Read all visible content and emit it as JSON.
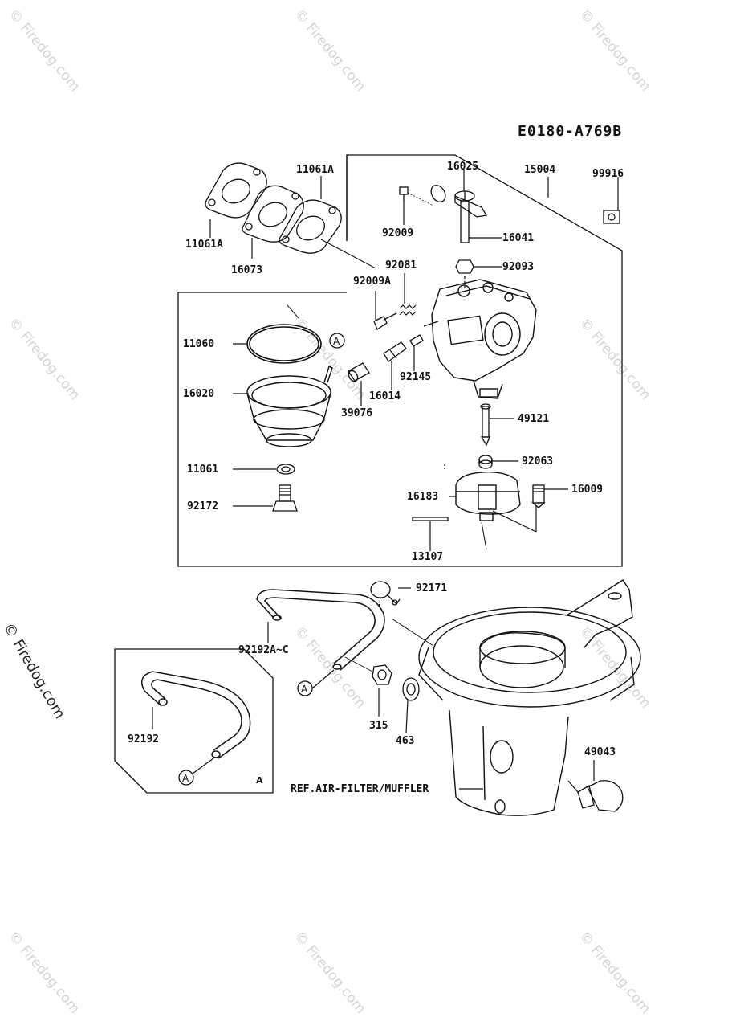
{
  "watermark": {
    "text": "© Firedog.com",
    "side_text": "© Firedog.com"
  },
  "diagram": {
    "code": "E0180-A769B",
    "callout_letter": "A",
    "parts": [
      {
        "id": "p-11061a",
        "label": "11061A"
      },
      {
        "id": "p-16025",
        "label": "16025"
      },
      {
        "id": "p-15004",
        "label": "15004"
      },
      {
        "id": "p-99916",
        "label": "99916"
      },
      {
        "id": "p-11061a-2",
        "label": "11061A"
      },
      {
        "id": "p-16073",
        "label": "16073"
      },
      {
        "id": "p-92009",
        "label": "92009"
      },
      {
        "id": "p-16041",
        "label": "16041"
      },
      {
        "id": "p-92081",
        "label": "92081"
      },
      {
        "id": "p-92093",
        "label": "92093"
      },
      {
        "id": "p-92009a",
        "label": "92009A"
      },
      {
        "id": "p-11060",
        "label": "11060"
      },
      {
        "id": "p-92145",
        "label": "92145"
      },
      {
        "id": "p-16014",
        "label": "16014"
      },
      {
        "id": "p-16020",
        "label": "16020"
      },
      {
        "id": "p-39076",
        "label": "39076"
      },
      {
        "id": "p-49121",
        "label": "49121"
      },
      {
        "id": "p-92063",
        "label": "92063"
      },
      {
        "id": "p-11061",
        "label": "11061"
      },
      {
        "id": "p-16183",
        "label": "16183"
      },
      {
        "id": "p-16009",
        "label": "16009"
      },
      {
        "id": "p-92172",
        "label": "92172"
      },
      {
        "id": "p-13107",
        "label": "13107"
      },
      {
        "id": "p-92171",
        "label": "92171"
      },
      {
        "id": "p-92192a-c",
        "label": "92192A~C"
      },
      {
        "id": "p-315",
        "label": "315"
      },
      {
        "id": "p-463",
        "label": "463"
      },
      {
        "id": "p-92192",
        "label": "92192"
      },
      {
        "id": "p-49043",
        "label": "49043"
      },
      {
        "id": "p-ref",
        "label": "REF.AIR-FILTER/MUFFLER"
      }
    ]
  }
}
